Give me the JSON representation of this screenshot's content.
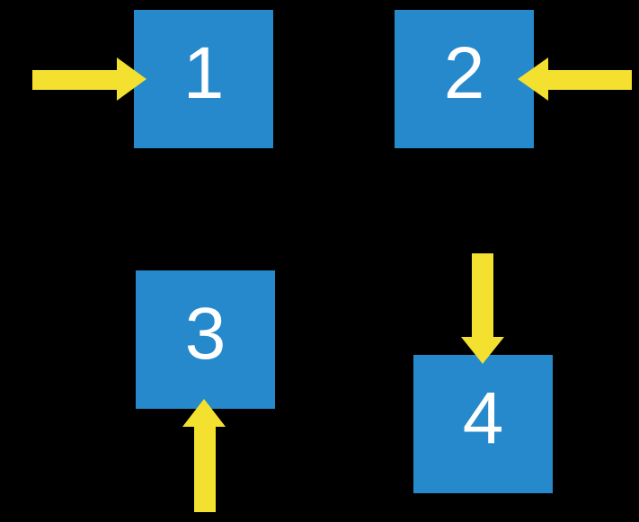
{
  "colors": {
    "background": "#000000",
    "square": "#2589CB",
    "arrow": "#F4E02F",
    "label": "#FFFFFF"
  },
  "squares": [
    {
      "label": "1",
      "arrow_icon": "arrow-right-icon",
      "arrow_direction": "right"
    },
    {
      "label": "2",
      "arrow_icon": "arrow-left-icon",
      "arrow_direction": "left"
    },
    {
      "label": "3",
      "arrow_icon": "arrow-up-icon",
      "arrow_direction": "up"
    },
    {
      "label": "4",
      "arrow_icon": "arrow-down-icon",
      "arrow_direction": "down"
    }
  ]
}
